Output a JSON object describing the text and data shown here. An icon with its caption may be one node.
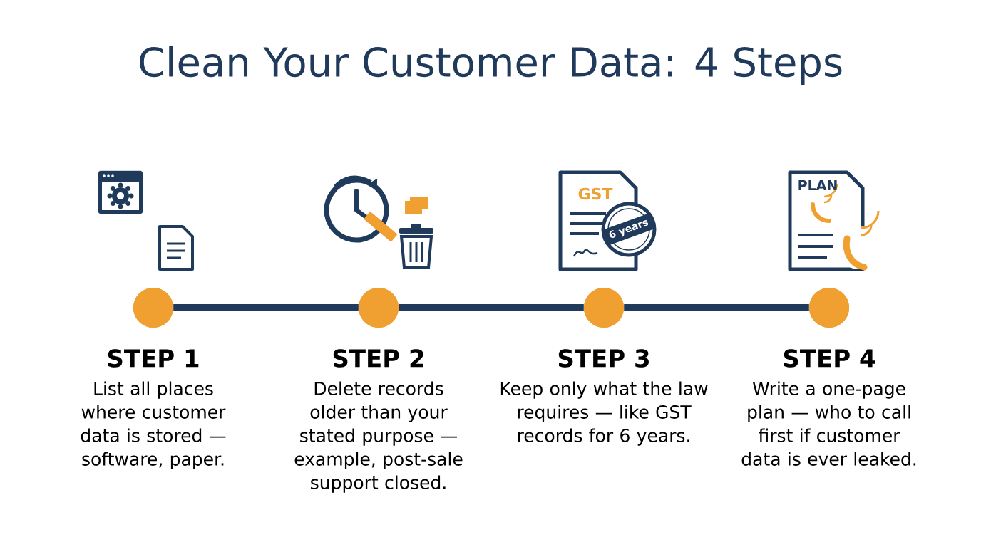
{
  "diagram": {
    "title": "Clean Your Customer Data: 4 Steps",
    "nodes": [
      {
        "text": [],
        "shape": "circle",
        "beside": [
          "STEP 1",
          "List all places where customer data is stored — software, paper."
        ]
      },
      {
        "text": [],
        "shape": "circle",
        "beside": [
          "STEP 2",
          "Delete records older than your stated purpose — example, post-sale support closed."
        ]
      },
      {
        "text": [],
        "shape": "circle",
        "beside": [
          "STEP 3",
          "Keep only what the law requires — like GST records for 6 years."
        ]
      },
      {
        "text": [],
        "shape": "circle",
        "beside": [
          "STEP 4",
          "Write a one-page plan — who to call first if customer data is ever leaked."
        ]
      }
    ],
    "edges": [
      {
        "from": 0,
        "to": 1,
        "arrow": "none"
      },
      {
        "from": 1,
        "to": 2,
        "arrow": "none"
      },
      {
        "from": 2,
        "to": 3,
        "arrow": "none"
      }
    ],
    "labels": [
      "GST",
      "6 years",
      "PLAN"
    ]
  }
}
